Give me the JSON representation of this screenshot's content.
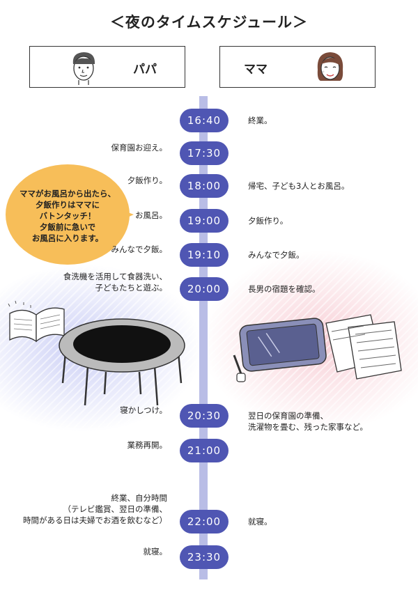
{
  "title": "＜夜のタイムスケジュール＞",
  "people": {
    "papa": "パパ",
    "mama": "ママ"
  },
  "bubble": {
    "lines": [
      "ママがお風呂から出たら、",
      "夕飯作りはママに",
      "バトンタッチ！",
      "夕飯前に急いで",
      "お風呂に入ります。"
    ]
  },
  "schedule": [
    {
      "time": "16:40",
      "papa": [],
      "mama": [
        "終業。"
      ]
    },
    {
      "time": "17:30",
      "papa": [
        "保育園お迎え。"
      ],
      "mama": []
    },
    {
      "time": "18:00",
      "papa": [
        "夕飯作り。"
      ],
      "mama": [
        "帰宅、子ども3人とお風呂。"
      ]
    },
    {
      "time": "19:00",
      "papa": [
        "お風呂。"
      ],
      "mama": [
        "夕飯作り。"
      ]
    },
    {
      "time": "19:10",
      "papa": [
        "みんなで夕飯。"
      ],
      "mama": [
        "みんなで夕飯。"
      ]
    },
    {
      "time": "20:00",
      "papa": [
        "食洗機を活用して食器洗い、",
        "子どもたちと遊ぶ。"
      ],
      "mama": [
        "長男の宿題を確認。"
      ]
    },
    {
      "time": "20:30",
      "papa": [
        "寝かしつけ。"
      ],
      "mama": [
        "翌日の保育園の準備、",
        "洗濯物を畳む、残った家事など。"
      ]
    },
    {
      "time": "21:00",
      "papa": [
        "業務再開。"
      ],
      "mama": []
    },
    {
      "time": "22:00",
      "papa": [
        "終業、自分時間",
        "（テレビ鑑賞、翌日の準備、",
        "時間がある日は夫婦でお酒を飲むなど）"
      ],
      "mama": [
        "就寝。"
      ]
    },
    {
      "time": "23:30",
      "papa": [
        "就寝。"
      ],
      "mama": []
    }
  ],
  "colors": {
    "pill": "#4f56b3",
    "axis": "#b9bde6",
    "bubble": "#f7be59",
    "left_tint": "#7882e6",
    "right_tint": "#eb788c"
  },
  "icons": {
    "papa_face": "man-face-icon",
    "mama_face": "woman-face-icon",
    "trampoline": "trampoline-illustration",
    "book": "open-book-illustration",
    "tablet": "tablet-illustration",
    "papers": "worksheet-papers-illustration"
  }
}
